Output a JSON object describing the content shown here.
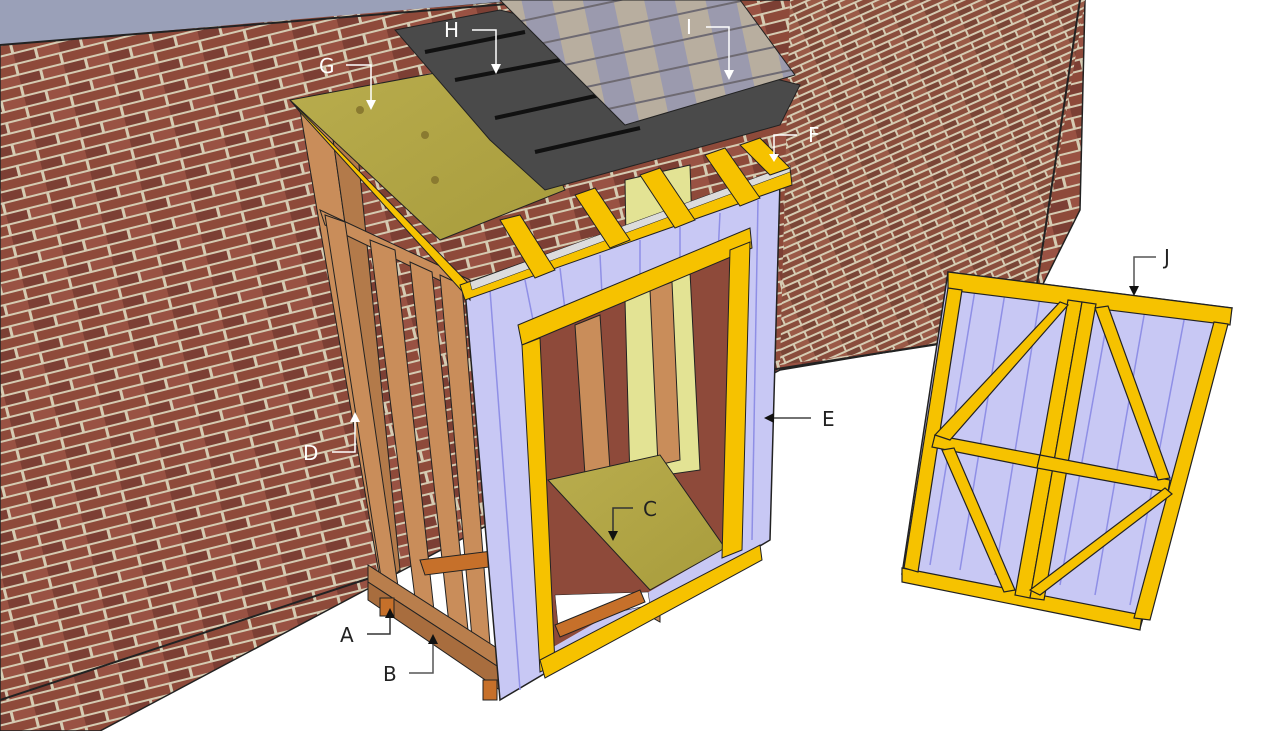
{
  "diagram": {
    "subject": "Lean-to shed against brick wall",
    "colors": {
      "brick": "#8a4a3a",
      "mortar": "#d8cfb8",
      "framing": "#c98d5a",
      "trim": "#f6c200",
      "siding": "#c8c8f4",
      "siding_line": "#8f8fe6",
      "plywood": "#b5a94a",
      "felt": "#4a4a4a",
      "shingle": "#9c9aa6",
      "insulation": "#e3e394",
      "label_light": "#ffffff",
      "label_dark": "#222222"
    },
    "labels": [
      {
        "id": "A",
        "text": "A",
        "part": "concrete blocks / skids support"
      },
      {
        "id": "B",
        "text": "B",
        "part": "floor frame"
      },
      {
        "id": "C",
        "text": "C",
        "part": "floor plywood"
      },
      {
        "id": "D",
        "text": "D",
        "part": "wall frame"
      },
      {
        "id": "E",
        "text": "E",
        "part": "siding"
      },
      {
        "id": "F",
        "text": "F",
        "part": "drip edge"
      },
      {
        "id": "G",
        "text": "G",
        "part": "roof sheathing"
      },
      {
        "id": "H",
        "text": "H",
        "part": "roofing felt"
      },
      {
        "id": "I",
        "text": "I",
        "part": "asphalt shingles"
      },
      {
        "id": "J",
        "text": "J",
        "part": "double doors"
      }
    ]
  }
}
